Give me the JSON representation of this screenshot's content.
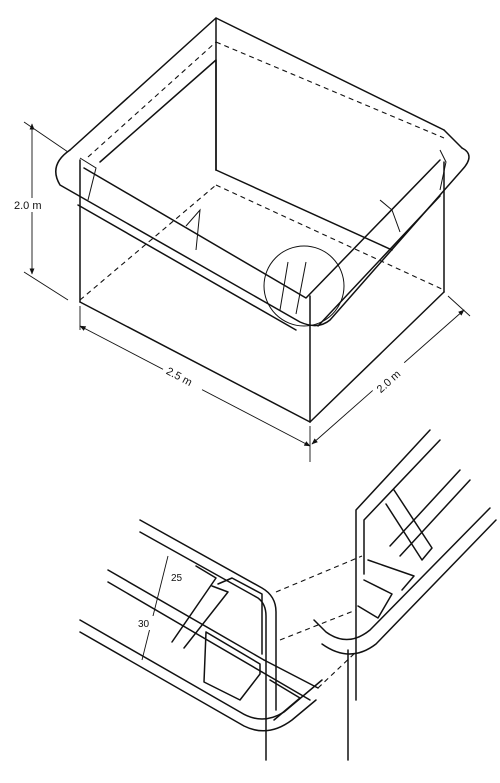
{
  "labels": {
    "height": "2.0 m",
    "length": "2.5 m",
    "width": "2.0 m",
    "rung_spacing_1": "25",
    "rung_spacing_2": "30"
  }
}
